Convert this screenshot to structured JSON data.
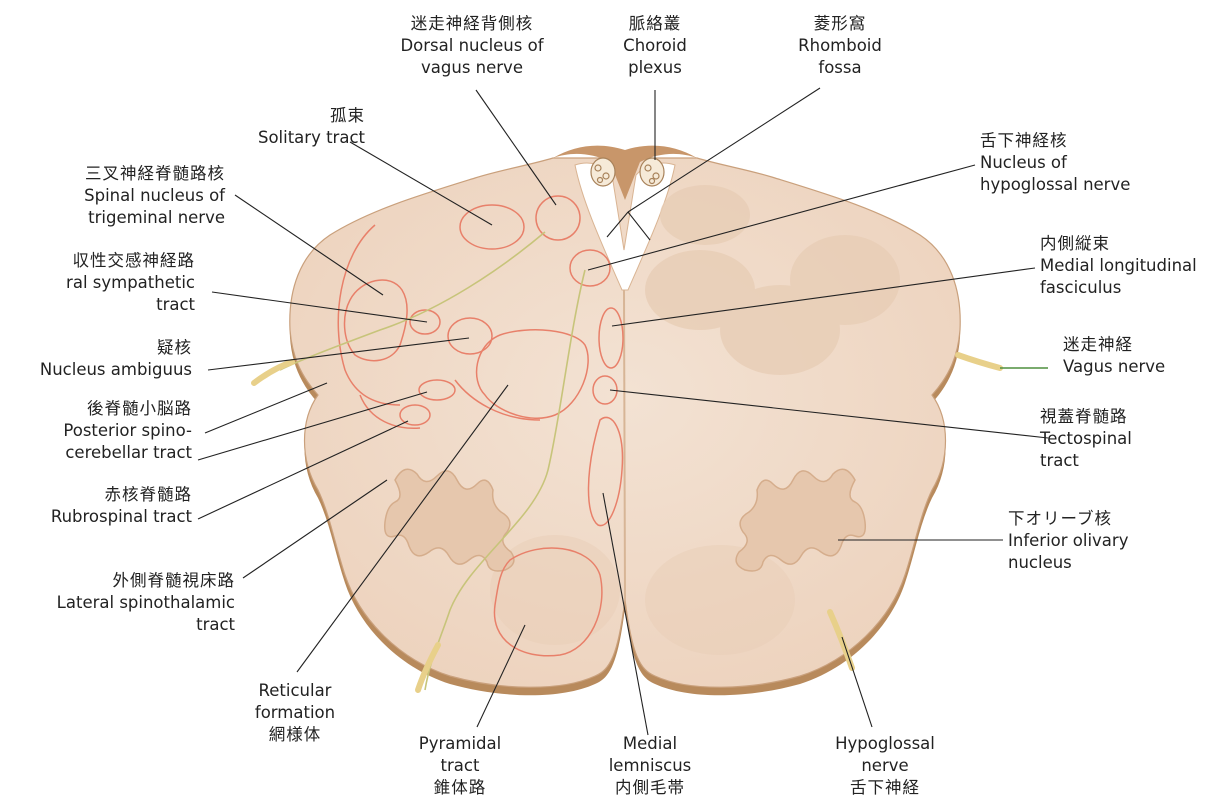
{
  "labels": {
    "dorsal_nucleus_vagus": {
      "jp": "迷走神経背側核",
      "en1": "Dorsal nucleus of",
      "en2": "vagus nerve"
    },
    "choroid_plexus": {
      "jp": "脈絡叢",
      "en1": "Choroid",
      "en2": "plexus"
    },
    "rhomboid_fossa": {
      "jp": "菱形窩",
      "en1": "Rhomboid",
      "en2": "fossa"
    },
    "solitary_tract": {
      "jp": "孤束",
      "en1": "Solitary tract"
    },
    "spinal_nucleus_trigeminal": {
      "jp": "三叉神経脊髄路核",
      "en1": "Spinal nucleus of",
      "en2": "trigeminal nerve"
    },
    "sympathetic_tract": {
      "jp": "収性交感神経路",
      "en1": "ral sympathetic",
      "en2": "tract"
    },
    "nucleus_ambiguus": {
      "jp": "疑核",
      "en1": "Nucleus ambiguus"
    },
    "posterior_spinocerebellar": {
      "jp": "後脊髄小脳路",
      "en1": "Posterior spino-",
      "en2": "cerebellar tract"
    },
    "rubrospinal": {
      "jp": "赤核脊髄路",
      "en1": "Rubrospinal tract"
    },
    "lateral_spinothalamic": {
      "jp": "外側脊髄視床路",
      "en1": "Lateral spinothalamic",
      "en2": "tract"
    },
    "reticular_formation": {
      "en1": "Reticular",
      "en2": "formation",
      "jp": "網様体"
    },
    "pyramidal_tract": {
      "en1": "Pyramidal",
      "en2": "tract",
      "jp": "錐体路"
    },
    "medial_lemniscus": {
      "en1": "Medial",
      "en2": "lemniscus",
      "jp": "内側毛帯"
    },
    "hypoglossal_nerve": {
      "en1": "Hypoglossal",
      "en2": "nerve",
      "jp": "舌下神経"
    },
    "nucleus_hypoglossal": {
      "jp": "舌下神経核",
      "en1": "Nucleus of",
      "en2": "hypoglossal nerve"
    },
    "mlf": {
      "jp": "内側縦束",
      "en1": "Medial longitudinal",
      "en2": "fasciculus"
    },
    "vagus_nerve": {
      "jp": "迷走神経",
      "en1": "Vagus nerve"
    },
    "tectospinal": {
      "jp": "視蓋脊髄路",
      "en1": "Tectospinal",
      "en2": "tract"
    },
    "inferior_olivary": {
      "jp": "下オリーブ核",
      "en1": "Inferior olivary",
      "en2": "nucleus"
    }
  },
  "colors": {
    "tissue": "#f1dccb",
    "tissue_dark": "#e2c4ab",
    "edge": "#b98a5e",
    "nucleus_outline": "#e8806a",
    "fiber": "#c8c87a",
    "leader": "#222222"
  }
}
